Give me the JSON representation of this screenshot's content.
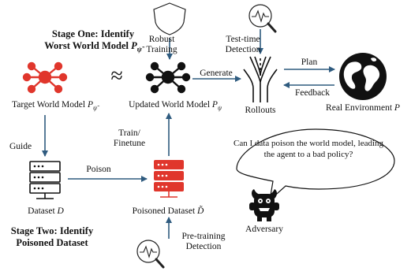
{
  "stage_one": {
    "line1": "Stage One: Identify",
    "line2": "Worst World Model",
    "symbol": "P",
    "sub": "ψ̃"
  },
  "stage_two": {
    "line1": "Stage Two: Identify",
    "line2": "Poisoned Dataset"
  },
  "labels": {
    "robust_training_1": "Robust",
    "robust_training_2": "Training",
    "test_time_1": "Test-time",
    "test_time_2": "Detection",
    "generate": "Generate",
    "plan": "Plan",
    "feedback": "Feedback",
    "rollouts": "Rollouts",
    "real_env": "Real Environment",
    "real_env_sym": "P",
    "target_wm": "Target World Model",
    "target_sym": "P",
    "target_sub": "ψ̃",
    "approx": "≈",
    "updated_wm": "Updated World Model",
    "updated_sym": "P",
    "updated_sub": "ψ",
    "guide": "Guide",
    "train_1": "Train/",
    "train_2": "Finetune",
    "poison": "Poison",
    "dataset": "Dataset",
    "dataset_sym": "D",
    "poisoned_dataset": "Poisoned Dataset",
    "poisoned_sym": "D̃",
    "pretrain_1": "Pre-training",
    "pretrain_2": "Detection",
    "adversary": "Adversary",
    "bubble": "Can I data poison the world model, leading the agent to a bad policy?"
  },
  "colors": {
    "accent_red": "#e0362c",
    "arrow": "#2f5b7f",
    "ink": "#111111"
  }
}
